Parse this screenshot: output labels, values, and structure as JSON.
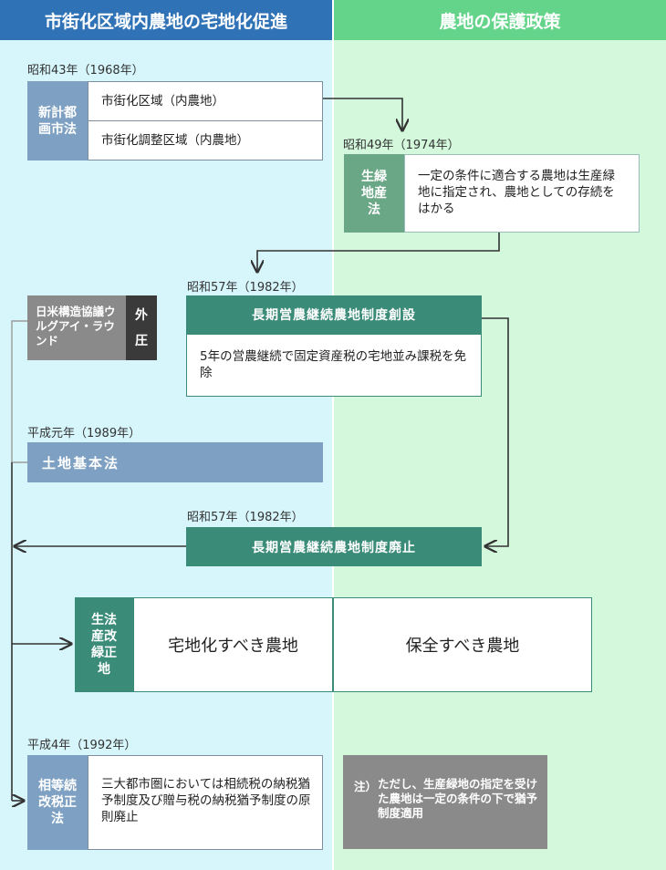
{
  "headers": {
    "left": "市街化区域内農地の宅地化促進",
    "right": "農地の保護政策"
  },
  "urban_planning": {
    "date": "昭和43年（1968年）",
    "label": "新計都画市法",
    "rows": [
      "市街化区域（内農地）",
      "市街化調整区域（内農地）"
    ]
  },
  "green_farmland": {
    "date": "昭和49年（1974年）",
    "label": "生緑地産法",
    "text": "一定の条件に適合する農地は生産緑地に指定され、農地としての存続をはかる"
  },
  "long_term_create": {
    "date": "昭和57年（1982年）",
    "title": "長期営農継続農地制度創設",
    "text": "5年の営農継続で固定資産税の宅地並み課税を免除"
  },
  "foreign_pressure": {
    "text": "日米構造協議ウルグアイ・ラウンド",
    "label": "外圧"
  },
  "land_basic_law": {
    "date": "平成元年（1989年）",
    "title": "土地基本法"
  },
  "long_term_abolish": {
    "date": "昭和57年（1982年）",
    "title": "長期営農継続農地制度廃止"
  },
  "green_farmland_law": {
    "label": "生法産改緑正地",
    "left_cell": "宅地化すべき農地",
    "right_cell": "保全すべき農地"
  },
  "inheritance_tax": {
    "date": "平成4年（1992年）",
    "label": "相等続改税正法",
    "text": "三大都市圏においては相続税の納税猶予制度及び贈与税の納税猶予制度の原則廃止"
  },
  "note": {
    "prefix": "注）",
    "text": "ただし、生産緑地の指定を受けた農地は一定の条件の下で猶予制度適用"
  },
  "colors": {
    "left_header": "#2f72b5",
    "right_header": "#64d48a",
    "left_bg": "#d6f6fb",
    "right_bg": "#d3f8dc",
    "teal": "#3a8b78",
    "blue_label": "#7ea0c2",
    "green_label": "#6aa786",
    "gray": "#8a8a8a",
    "dark": "#3a3a3a"
  }
}
